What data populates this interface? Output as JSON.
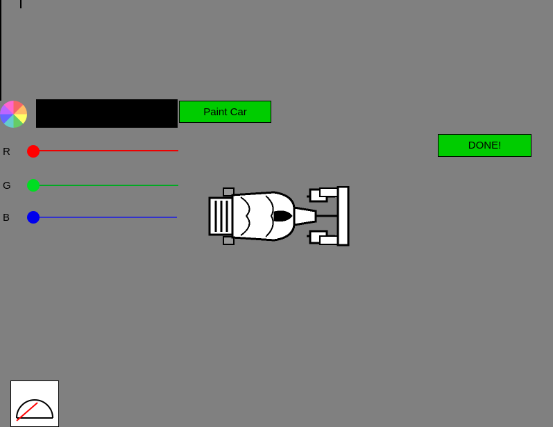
{
  "app": {
    "bg_color": "#808080",
    "edge_mark_color": "#000000"
  },
  "color_picker": {
    "preview_color": "#000000",
    "wheel_gradient": "conic-gradient(from 0deg, #f66666 0deg 45deg, #ffbb66 45deg 90deg, #ffff66 90deg 135deg, #66cc66 135deg 180deg, #66cccc 180deg 225deg, #6666ff 225deg 270deg, #bb66ff 270deg 315deg, #ff66cc 315deg 360deg)"
  },
  "buttons": {
    "paint_car": {
      "label": "Paint Car",
      "bg": "#00cc00",
      "text_color": "#000000"
    },
    "done": {
      "label": "DONE!",
      "bg": "#00cc00",
      "text_color": "#000000"
    }
  },
  "sliders": {
    "r": {
      "label": "R",
      "knob_color": "#ff0000",
      "track_color": "#ee0000"
    },
    "g": {
      "label": "G",
      "knob_color": "#00dd22",
      "track_color": "#00aa22"
    },
    "b": {
      "label": "B",
      "knob_color": "#0000ee",
      "track_color": "#3333cc"
    }
  },
  "car": {
    "body_color": "#ffffff",
    "outline_color": "#000000",
    "wheel_color": "#9a9a9a"
  },
  "gauge": {
    "bg": "#ffffff",
    "dial_color": "#000000",
    "needle_color": "#ff0000"
  }
}
